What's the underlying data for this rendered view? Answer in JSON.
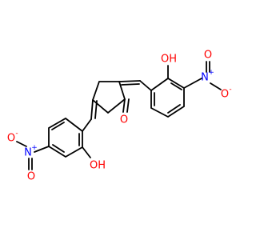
{
  "molecule": {
    "atoms": [
      {
        "id": "o_carbonyl",
        "text": "O",
        "color": "#ff0000"
      },
      {
        "id": "oh_right",
        "text": "OH",
        "color": "#ff0000"
      },
      {
        "id": "n_right",
        "text": "N",
        "charge": "+",
        "color": "#0000ff"
      },
      {
        "id": "o_right_top",
        "text": "O",
        "color": "#ff0000"
      },
      {
        "id": "o_right_bottom",
        "text": "O",
        "charge": "-",
        "color": "#ff0000"
      },
      {
        "id": "oh_left",
        "text": "OH",
        "color": "#ff0000"
      },
      {
        "id": "n_left",
        "text": "N",
        "charge": "+",
        "color": "#0000ff"
      },
      {
        "id": "o_left_top",
        "text": "O",
        "charge": "-",
        "color": "#ff0000"
      },
      {
        "id": "o_left_bottom",
        "text": "O",
        "color": "#ff0000"
      }
    ],
    "colors": {
      "bond": "#000000",
      "oxygen": "#ff0000",
      "nitrogen": "#0000ff"
    }
  }
}
